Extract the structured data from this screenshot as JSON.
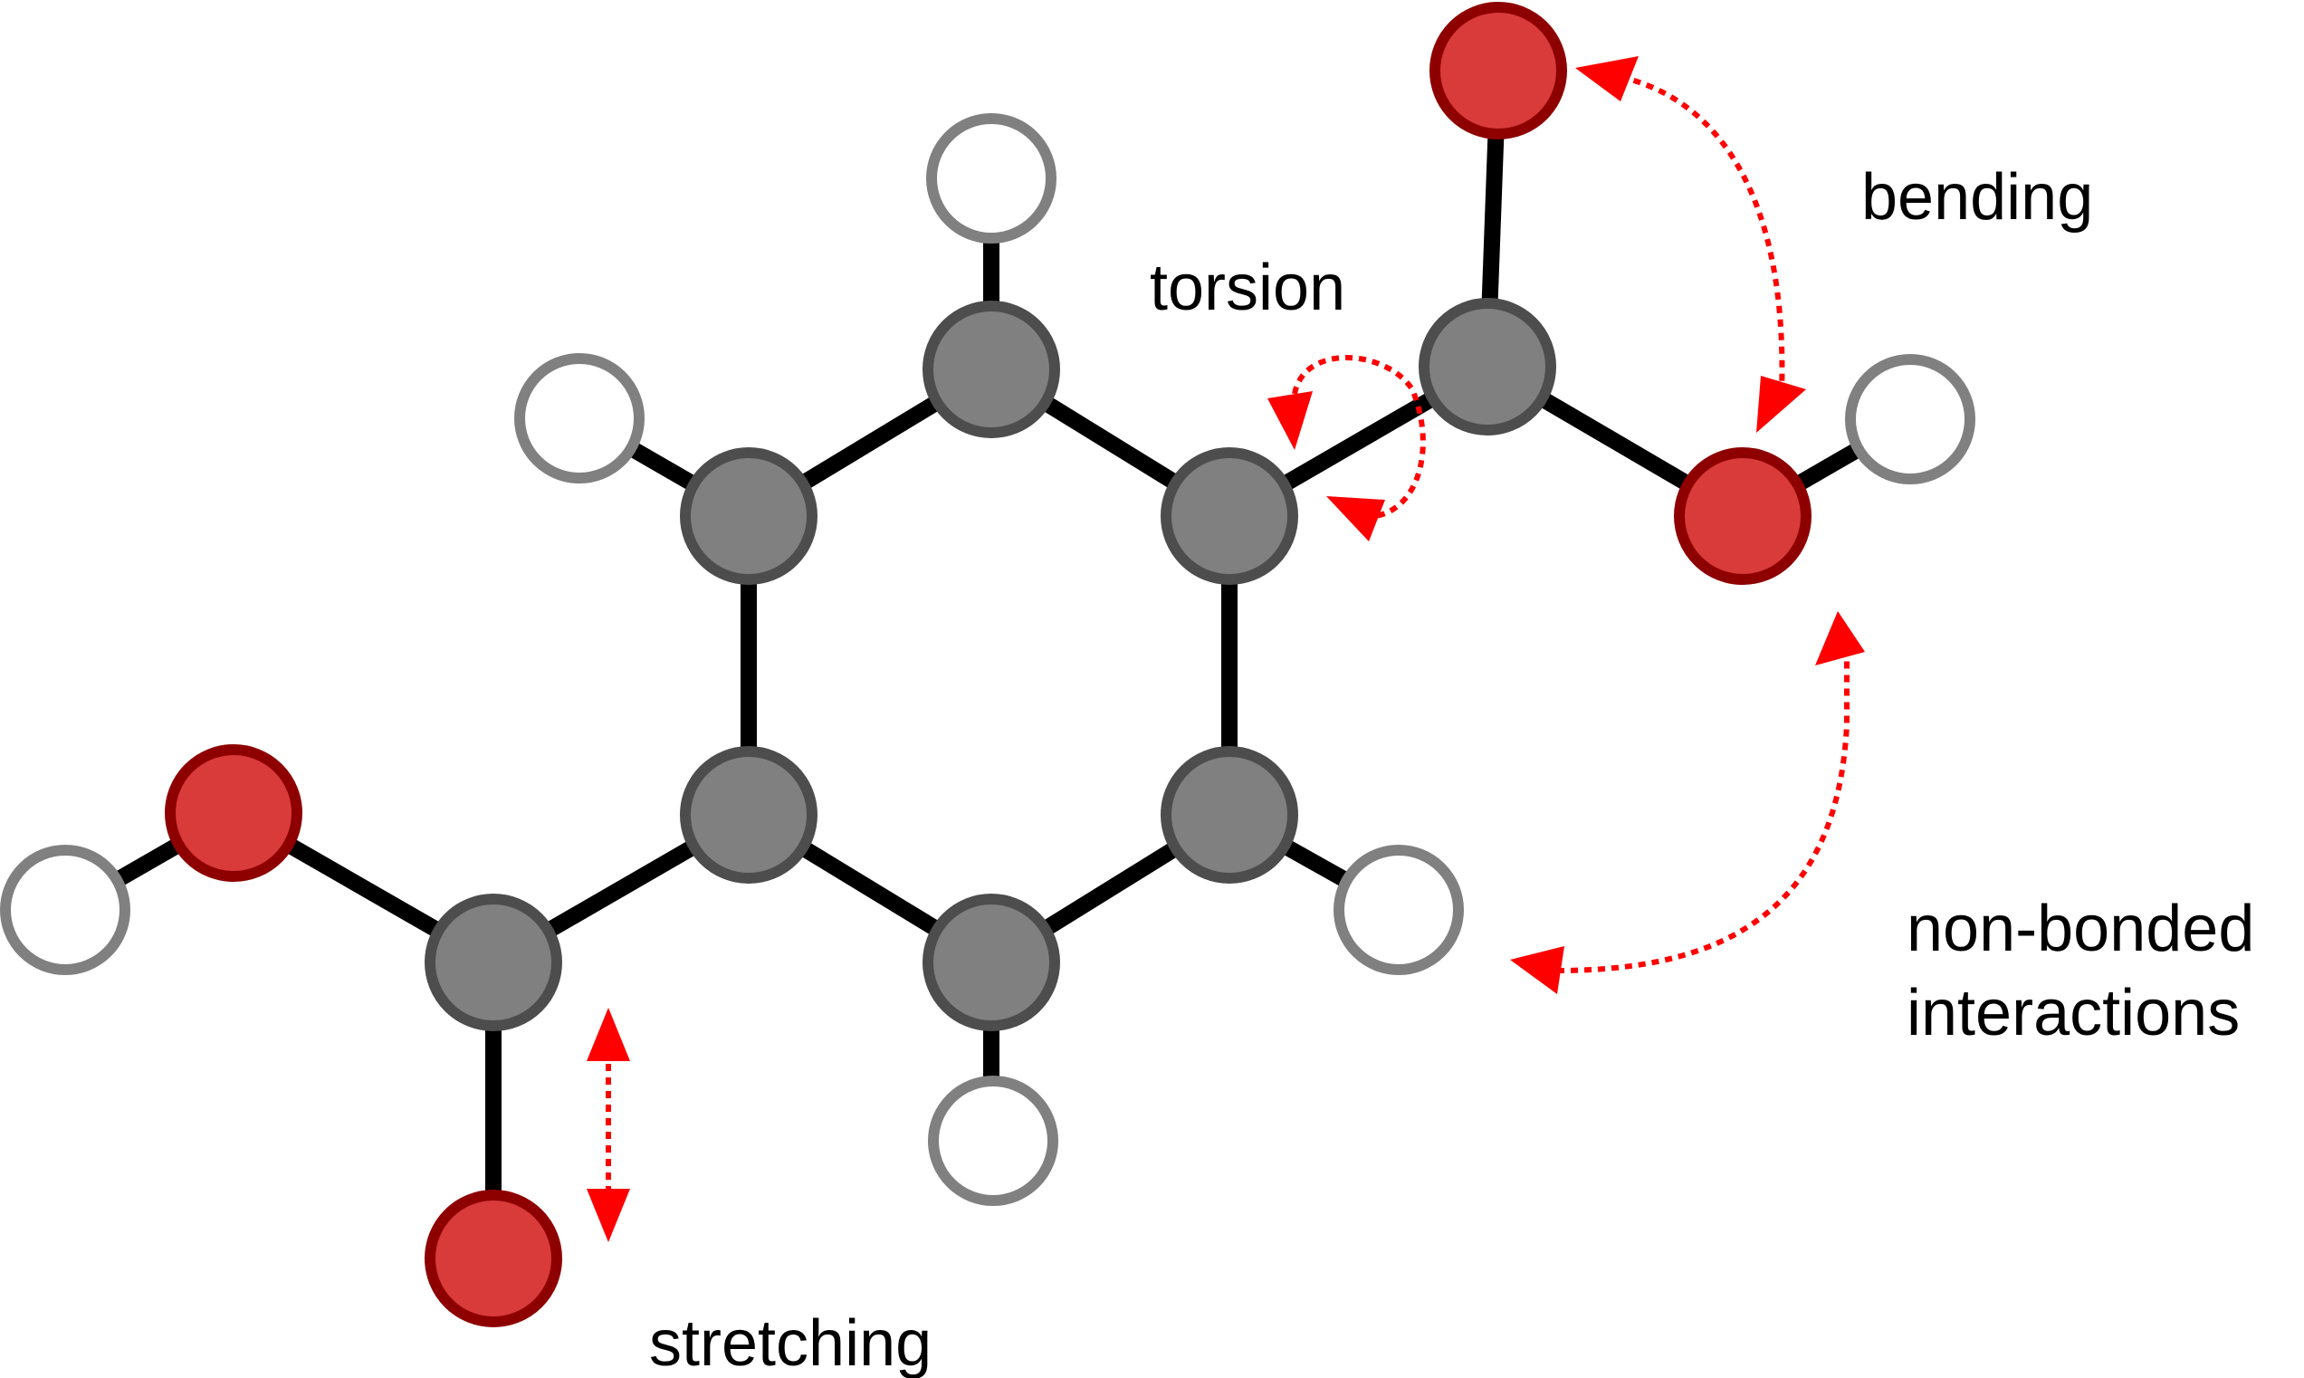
{
  "labels": {
    "bending": "bending",
    "torsion": "torsion",
    "stretching": "stretching",
    "non_bonded_line1": "non-bonded",
    "non_bonded_line2": "interactions"
  },
  "colors": {
    "carbon_fill": "#808080",
    "carbon_stroke": "#4d4d4d",
    "oxygen_fill": "#d93a3a",
    "oxygen_stroke": "#8e0000",
    "hydrogen_fill": "#ffffff",
    "hydrogen_stroke": "#808080",
    "bond": "#000000",
    "arrow": "#ff0000"
  }
}
